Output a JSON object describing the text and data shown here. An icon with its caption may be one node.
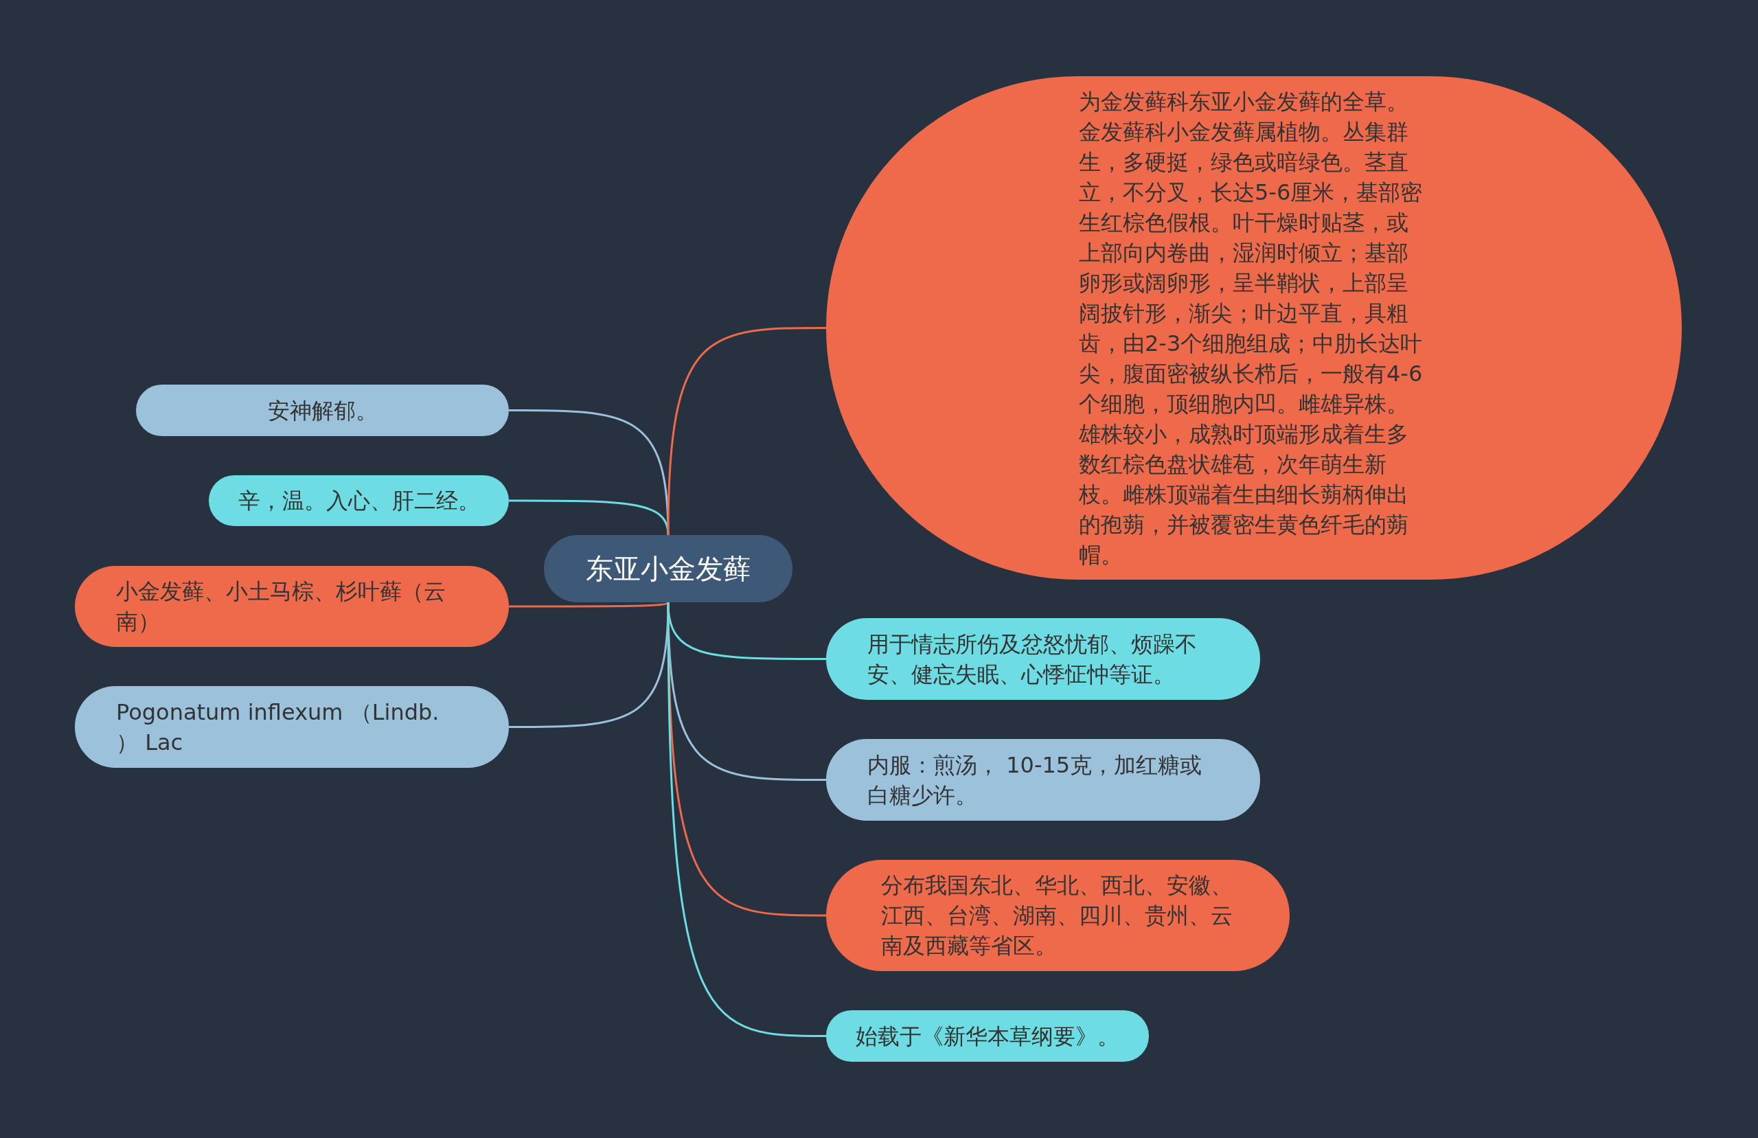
{
  "diagram": {
    "nodes": [
      {
        "text": [
          "东亚小金发藓"
        ]
      },
      {
        "text": [
          "安神解郁。"
        ]
      },
      {
        "text": [
          "辛，温。入心、肝二经。"
        ]
      },
      {
        "text": [
          "小金发藓、小土马棕、杉叶藓（云南）"
        ]
      },
      {
        "text": [
          "Pogonatum inflexum （Lindb. ） Lac"
        ]
      },
      {
        "text": [
          "为金发藓科东亚小金发藓的全草。金发藓科小金发藓属植物。丛集群生，多硬挺，绿色或暗绿色。茎直立，不分叉，长达5-6厘米，基部密生红棕色假根。叶干燥时贴茎，或上部向内卷曲，湿润时倾立；基部卵形或阔卵形，呈半鞘状，上部呈阔披针形，渐尖；叶边平直，具粗齿，由2-3个细胞组成；中肋长达叶尖，腹面密被纵长栉后，一般有4-6个细胞，顶细胞内凹。雌雄异株。雄株较小，成熟时顶端形成着生多数红棕色盘状雄苞，次年萌生新枝。雌株顶端着生由细长蒴柄伸出的孢蒴，并被覆密生黄色纤毛的蒴帽。"
        ]
      },
      {
        "text": [
          "用于情志所伤及忿怒忧郁、烦躁不安、健忘失眠、心悸怔忡等证。"
        ]
      },
      {
        "text": [
          "内服：煎汤， 10-15克，加红糖或白糖少许。"
        ]
      },
      {
        "text": [
          "分布我国东北、华北、西北、安徽、江西、台湾、湖南、四川、贵州、云南及西藏等省区。"
        ]
      },
      {
        "text": [
          "始载于《新华本草纲要》。"
        ]
      }
    ],
    "edges": [
      {
        "from": 0,
        "to": 1,
        "arrow": "none",
        "color": "#9bc1db"
      },
      {
        "from": 0,
        "to": 2,
        "arrow": "none",
        "color": "#6ddde3"
      },
      {
        "from": 0,
        "to": 3,
        "arrow": "none",
        "color": "#ee6a4b"
      },
      {
        "from": 0,
        "to": 4,
        "arrow": "none",
        "color": "#9bc1db"
      },
      {
        "from": 0,
        "to": 5,
        "arrow": "none",
        "color": "#ee6a4b"
      },
      {
        "from": 0,
        "to": 6,
        "arrow": "none",
        "color": "#6ddde3"
      },
      {
        "from": 0,
        "to": 7,
        "arrow": "none",
        "color": "#9bc1db"
      },
      {
        "from": 0,
        "to": 8,
        "arrow": "none",
        "color": "#ee6a4b"
      },
      {
        "from": 0,
        "to": 9,
        "arrow": "none",
        "color": "#6ddde3"
      }
    ]
  }
}
